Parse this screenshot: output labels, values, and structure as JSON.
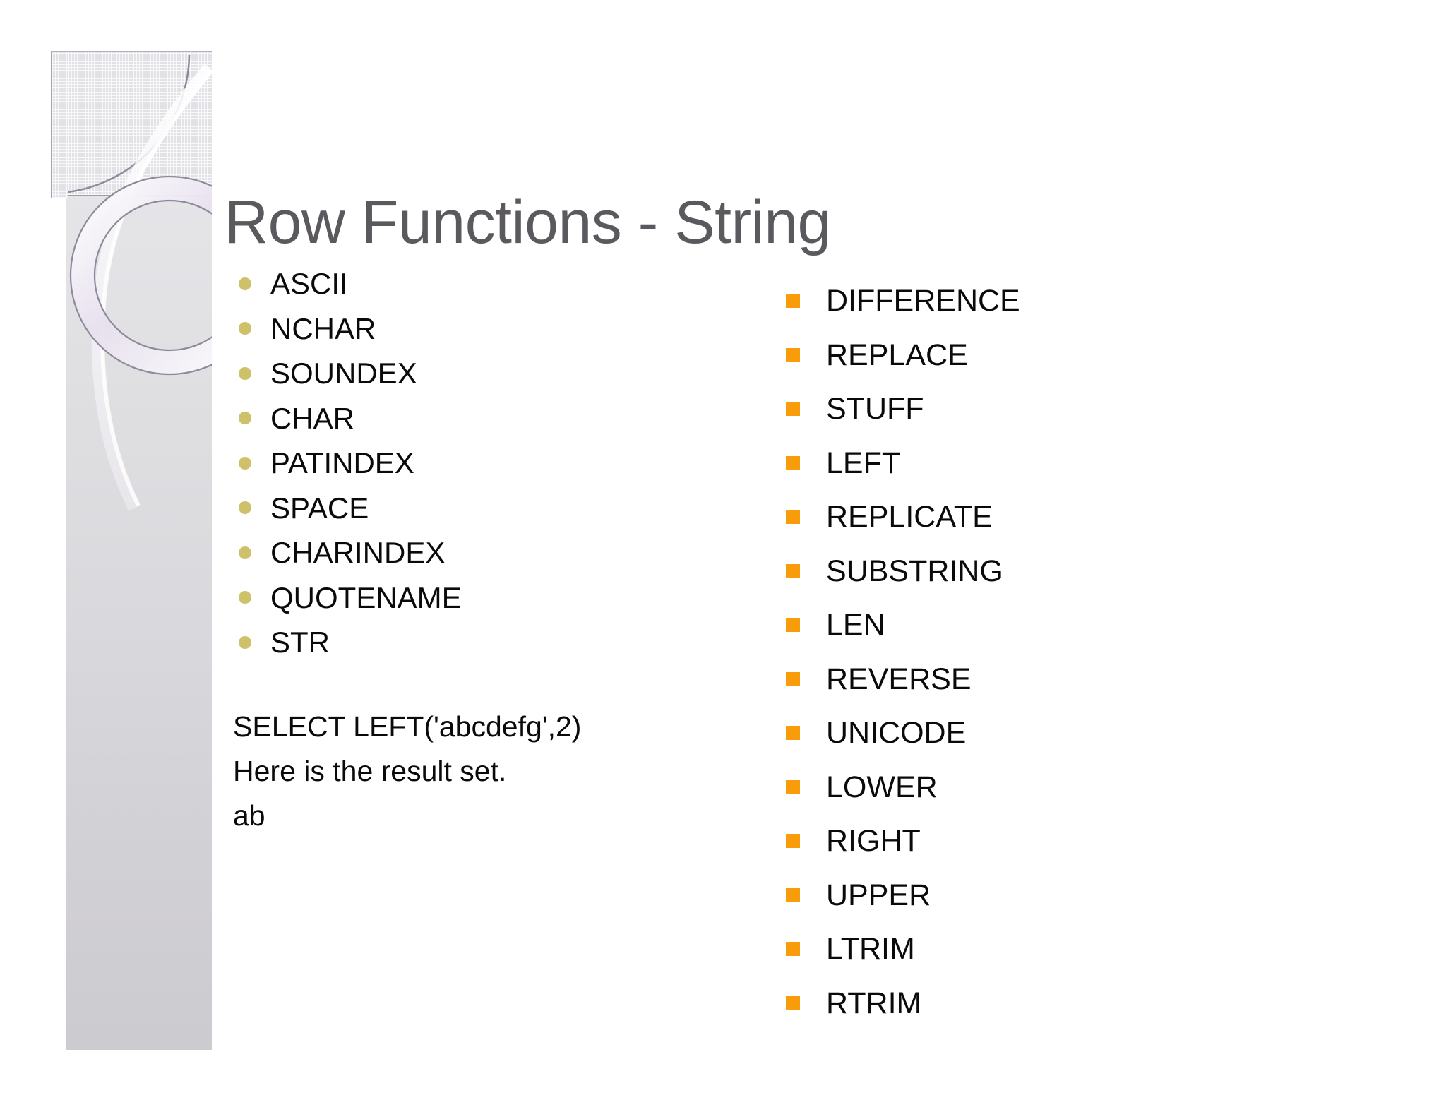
{
  "slide": {
    "title": "Row Functions - String",
    "colors": {
      "title": "#5c595e",
      "left_bullet": "#cfc16a",
      "right_bullet": "#f99c09",
      "text": "#0a0a0a",
      "sidebar": "#dedee1"
    }
  },
  "left_column": {
    "items": [
      {
        "label": "ASCII"
      },
      {
        "label": "NCHAR"
      },
      {
        "label": "SOUNDEX"
      },
      {
        "label": "CHAR"
      },
      {
        "label": "PATINDEX"
      },
      {
        "label": "SPACE"
      },
      {
        "label": "CHARINDEX"
      },
      {
        "label": "QUOTENAME"
      },
      {
        "label": "STR"
      }
    ]
  },
  "right_column": {
    "items": [
      {
        "label": "DIFFERENCE"
      },
      {
        "label": "REPLACE"
      },
      {
        "label": "STUFF"
      },
      {
        "label": "LEFT"
      },
      {
        "label": "REPLICATE"
      },
      {
        "label": "SUBSTRING"
      },
      {
        "label": "LEN"
      },
      {
        "label": "REVERSE"
      },
      {
        "label": "UNICODE"
      },
      {
        "label": "LOWER"
      },
      {
        "label": "RIGHT"
      },
      {
        "label": "UPPER"
      },
      {
        "label": "LTRIM"
      },
      {
        "label": "RTRIM"
      }
    ]
  },
  "example": {
    "query": "SELECT LEFT('abcdefg',2)",
    "note": "Here is the result set.",
    "result": "ab"
  }
}
